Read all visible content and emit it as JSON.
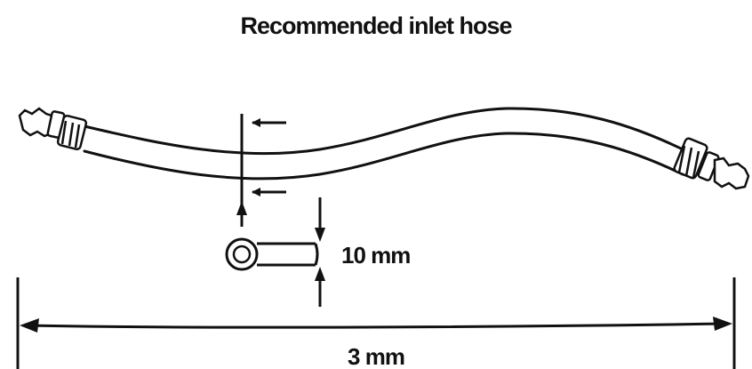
{
  "title": "Recommended inlet hose",
  "dimensions": {
    "cross_section_label": "10 mm",
    "length_label": "3 mm"
  }
}
